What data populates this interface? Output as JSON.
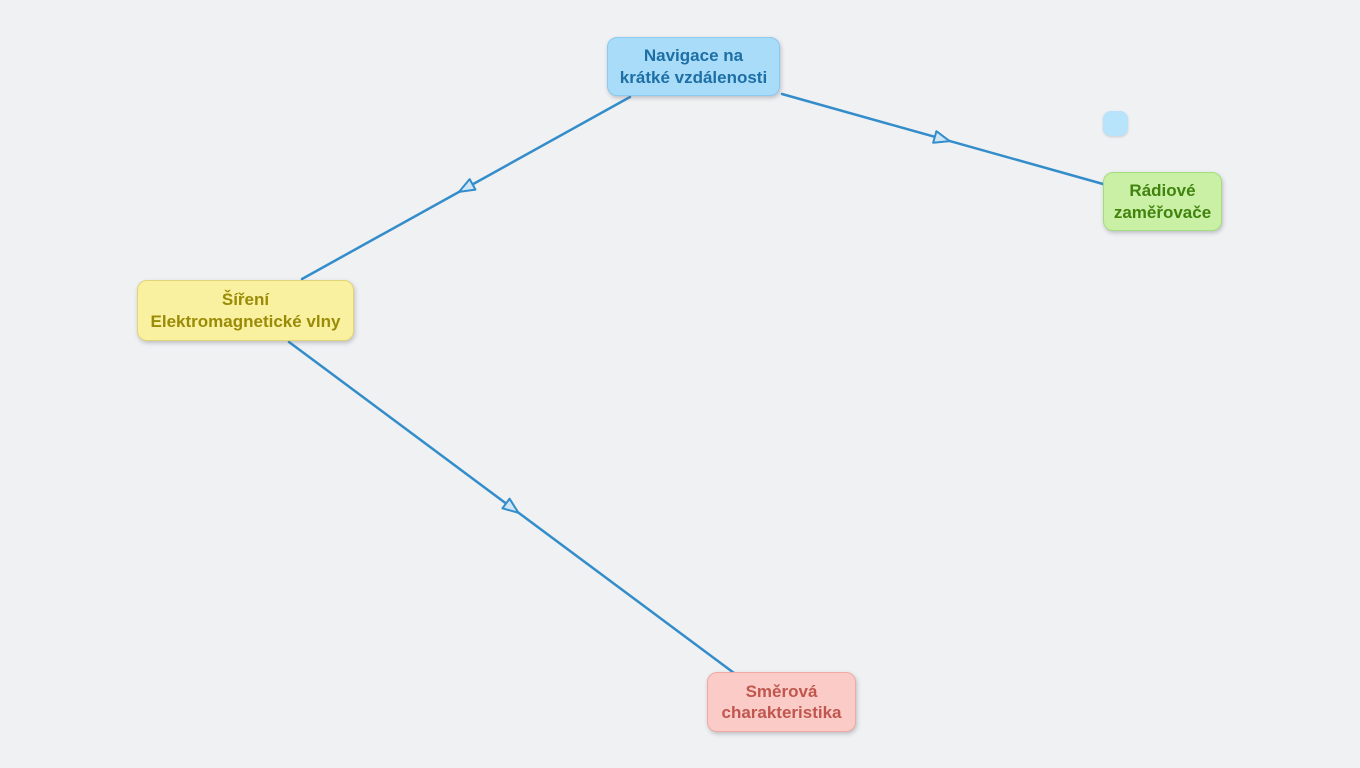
{
  "app": {
    "canvas_background": "#f0f1f3",
    "edge_color": "#338dcb",
    "arrow_fill": "#cfe5f5"
  },
  "nodes": [
    {
      "id": "navigace",
      "label": "Navigace na\nkrátké vzdálenosti",
      "fill": "#a9dcf8",
      "border": "#8acaee",
      "text_color": "#1d6fa6"
    },
    {
      "id": "radiove",
      "label": "Rádiové\nzaměřovače",
      "fill": "#c9f0a5",
      "border": "#a4dd7d",
      "text_color": "#41830e"
    },
    {
      "id": "sireni",
      "label": "Šíření\nElektromagnetické vlny",
      "fill": "#f9f0a0",
      "border": "#e2d578",
      "text_color": "#9a8b07"
    },
    {
      "id": "smerova",
      "label": "Směrová\ncharakteristika",
      "fill": "#fbccc7",
      "border": "#f0a9a3",
      "text_color": "#c0564e"
    }
  ],
  "small_node": {
    "fill": "#b7e3fb"
  },
  "edges": [
    {
      "from": "navigace",
      "to": "sireni"
    },
    {
      "from": "navigace",
      "to": "radiove"
    },
    {
      "from": "sireni",
      "to": "smerova"
    }
  ]
}
